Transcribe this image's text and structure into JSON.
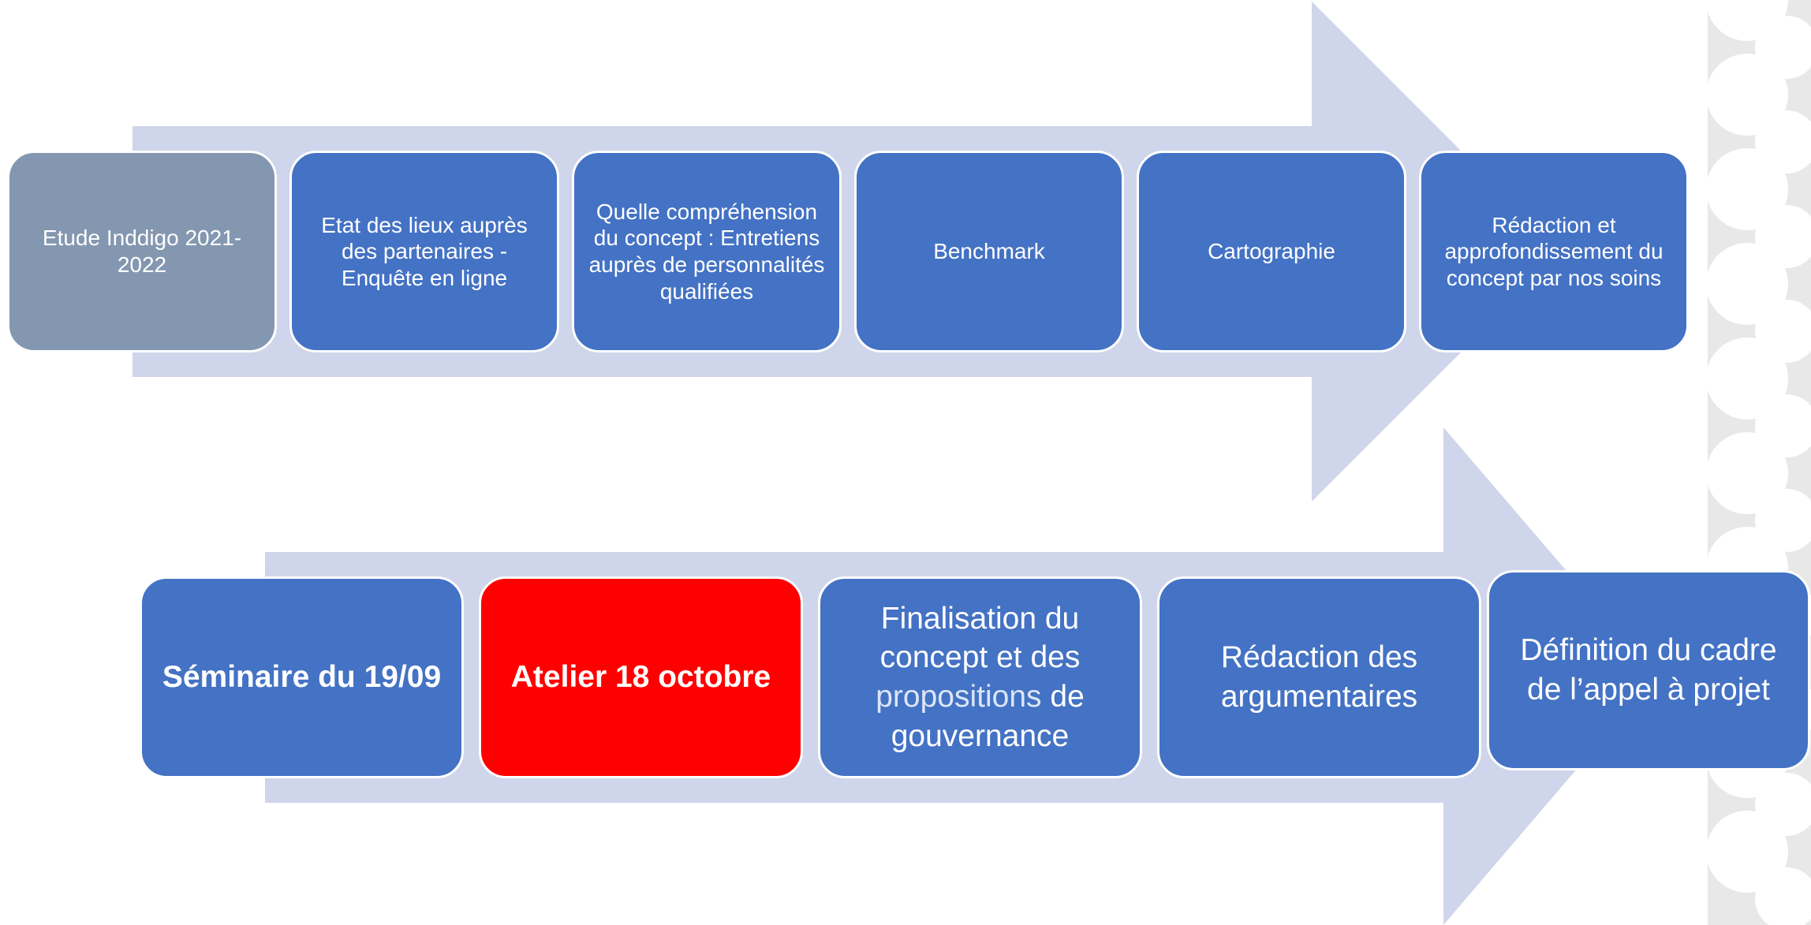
{
  "colors": {
    "arrow_fill": "#cfd5ea",
    "step_blue": "#4472c4",
    "step_grey": "#8497b0",
    "step_red": "#ff0000",
    "side_pattern": "#e8e8e8"
  },
  "row1": {
    "steps": [
      {
        "label": "Etude Inddigo 2021-2022",
        "color": "grey"
      },
      {
        "label": "Etat des lieux auprès des partenaires - Enquête en ligne",
        "color": "blue"
      },
      {
        "label": "Quelle compréhension du concept : Entretiens auprès de personnalités qualifiées",
        "color": "blue"
      },
      {
        "label": "Benchmark",
        "color": "blue"
      },
      {
        "label": "Cartographie",
        "color": "blue"
      },
      {
        "label": "Rédaction et approfondissement du concept par nos soins",
        "color": "blue"
      }
    ]
  },
  "row2": {
    "steps": [
      {
        "label": "Séminaire du 19/09",
        "color": "blue",
        "bold": true
      },
      {
        "label": "Atelier 18 octobre",
        "color": "red",
        "bold": true
      },
      {
        "label_parts": [
          "Finalisation du concept et des",
          "propositions",
          "de gouvernance"
        ],
        "color": "blue"
      },
      {
        "label": "Rédaction des argumentaires",
        "color": "blue"
      },
      {
        "label": "Définition du cadre de l’appel à projet",
        "color": "blue"
      }
    ]
  }
}
